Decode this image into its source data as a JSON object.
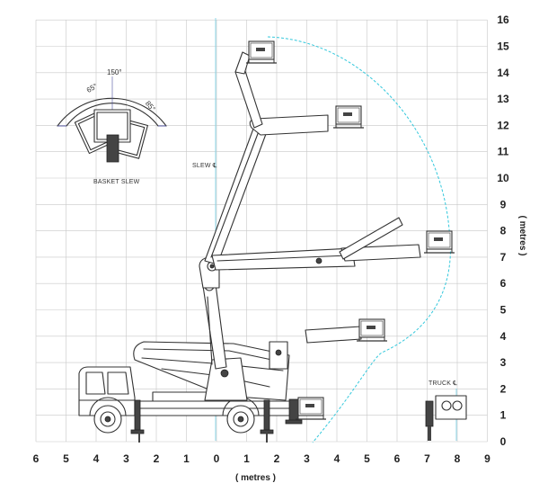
{
  "diagram": {
    "x_ticks": [
      "6",
      "5",
      "4",
      "3",
      "2",
      "1",
      "0",
      "1",
      "2",
      "3",
      "4",
      "5",
      "6",
      "7",
      "8",
      "9"
    ],
    "y_ticks": [
      "0",
      "1",
      "2",
      "3",
      "4",
      "5",
      "6",
      "7",
      "8",
      "9",
      "10",
      "11",
      "12",
      "13",
      "14",
      "15",
      "16"
    ],
    "x_unit_label": "( metres )",
    "y_unit_label": "( metres )",
    "slew_label": "SLEW ℄",
    "truck_label": "TRUCK ℄",
    "basket_slew_label": "BASKET SLEW",
    "slew_angles": {
      "total": "150°",
      "left": "65°",
      "right": "85°"
    }
  },
  "colors": {
    "grid": "#c8c8c8",
    "envelope": "#33c8dc",
    "ink": "#333333"
  }
}
